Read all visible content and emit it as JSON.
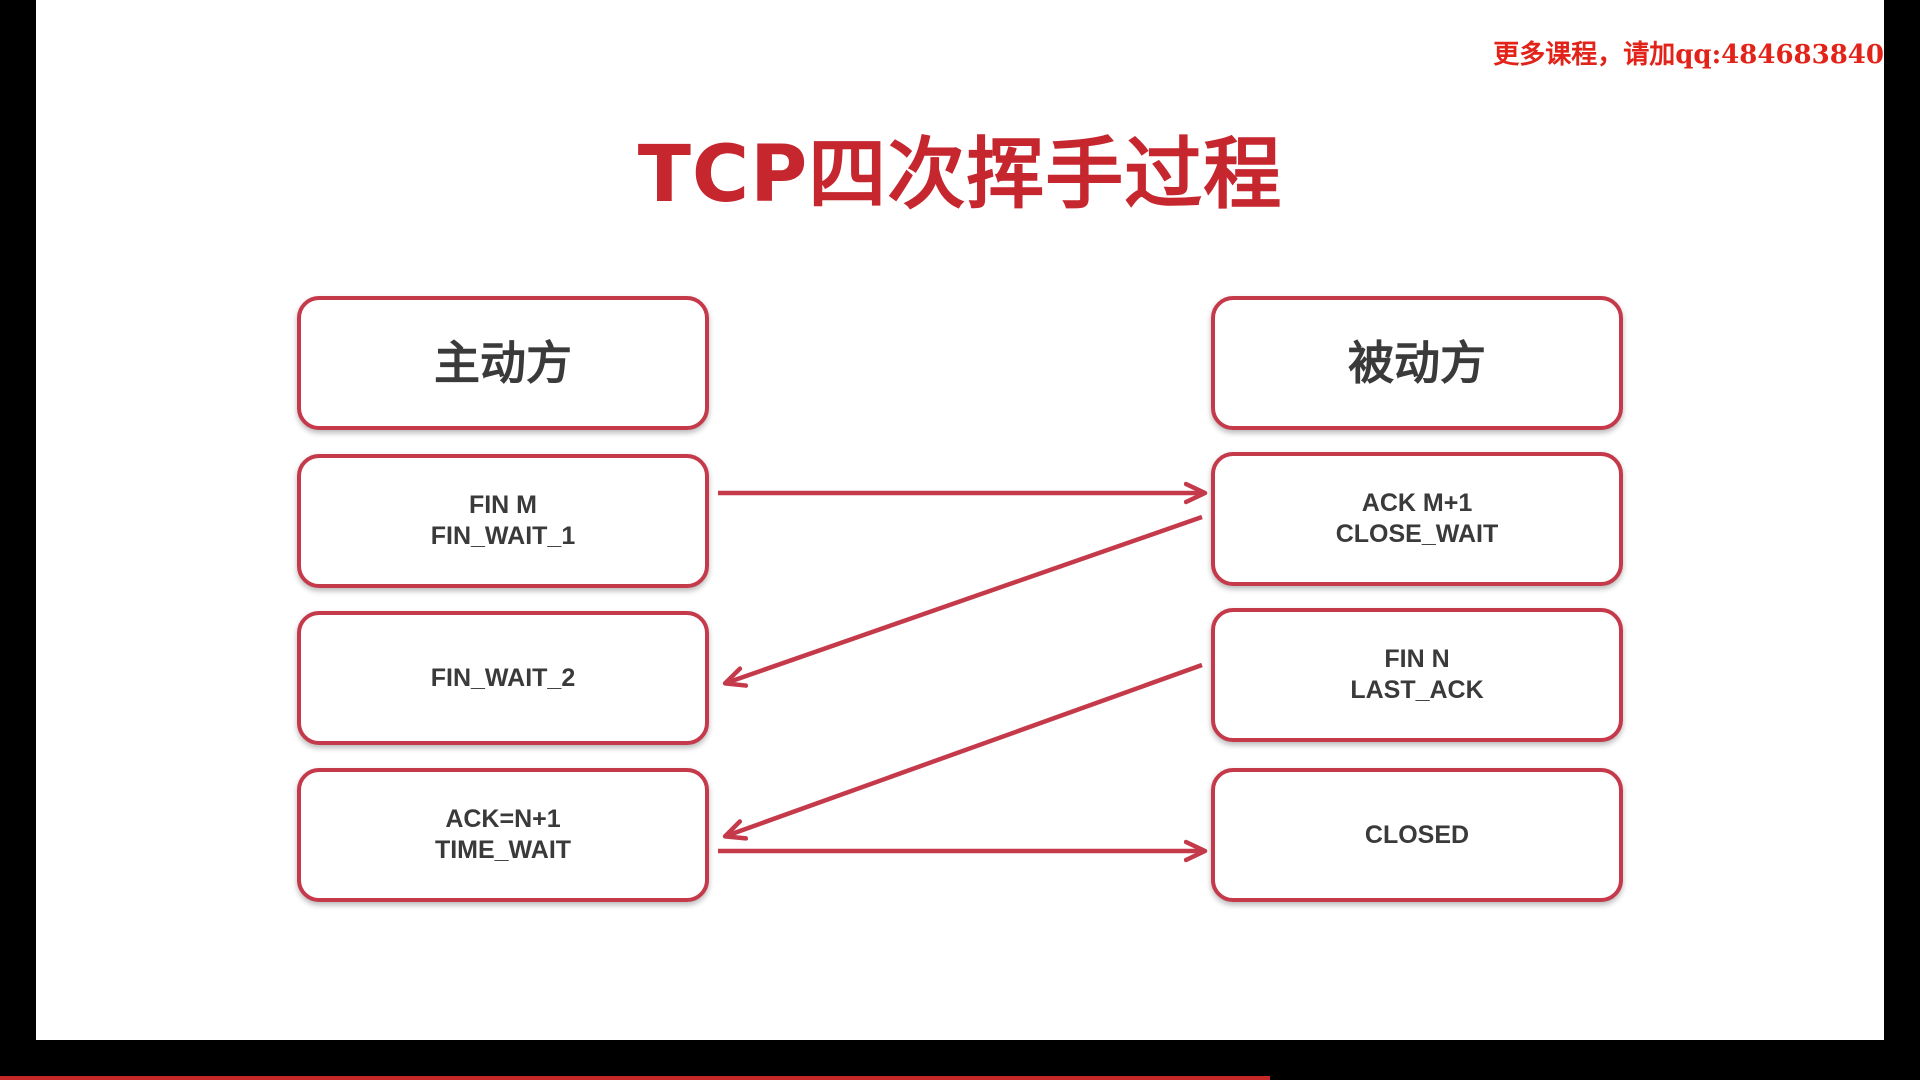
{
  "watermark": "更多课程，请加qq:484683840",
  "title": "TCP四次挥手过程",
  "active": {
    "header": "主动方",
    "steps": [
      [
        "FIN M",
        "FIN_WAIT_1"
      ],
      [
        "FIN_WAIT_2"
      ],
      [
        "ACK=N+1",
        "TIME_WAIT"
      ]
    ]
  },
  "passive": {
    "header": "被动方",
    "steps": [
      [
        "ACK M+1",
        "CLOSE_WAIT"
      ],
      [
        "FIN N",
        "LAST_ACK"
      ],
      [
        "CLOSED"
      ]
    ]
  },
  "colors": {
    "accent": "#c53a4a",
    "title": "#c6262e",
    "watermark": "#e2231a",
    "text": "#3a3a3a",
    "background": "#ffffff"
  }
}
